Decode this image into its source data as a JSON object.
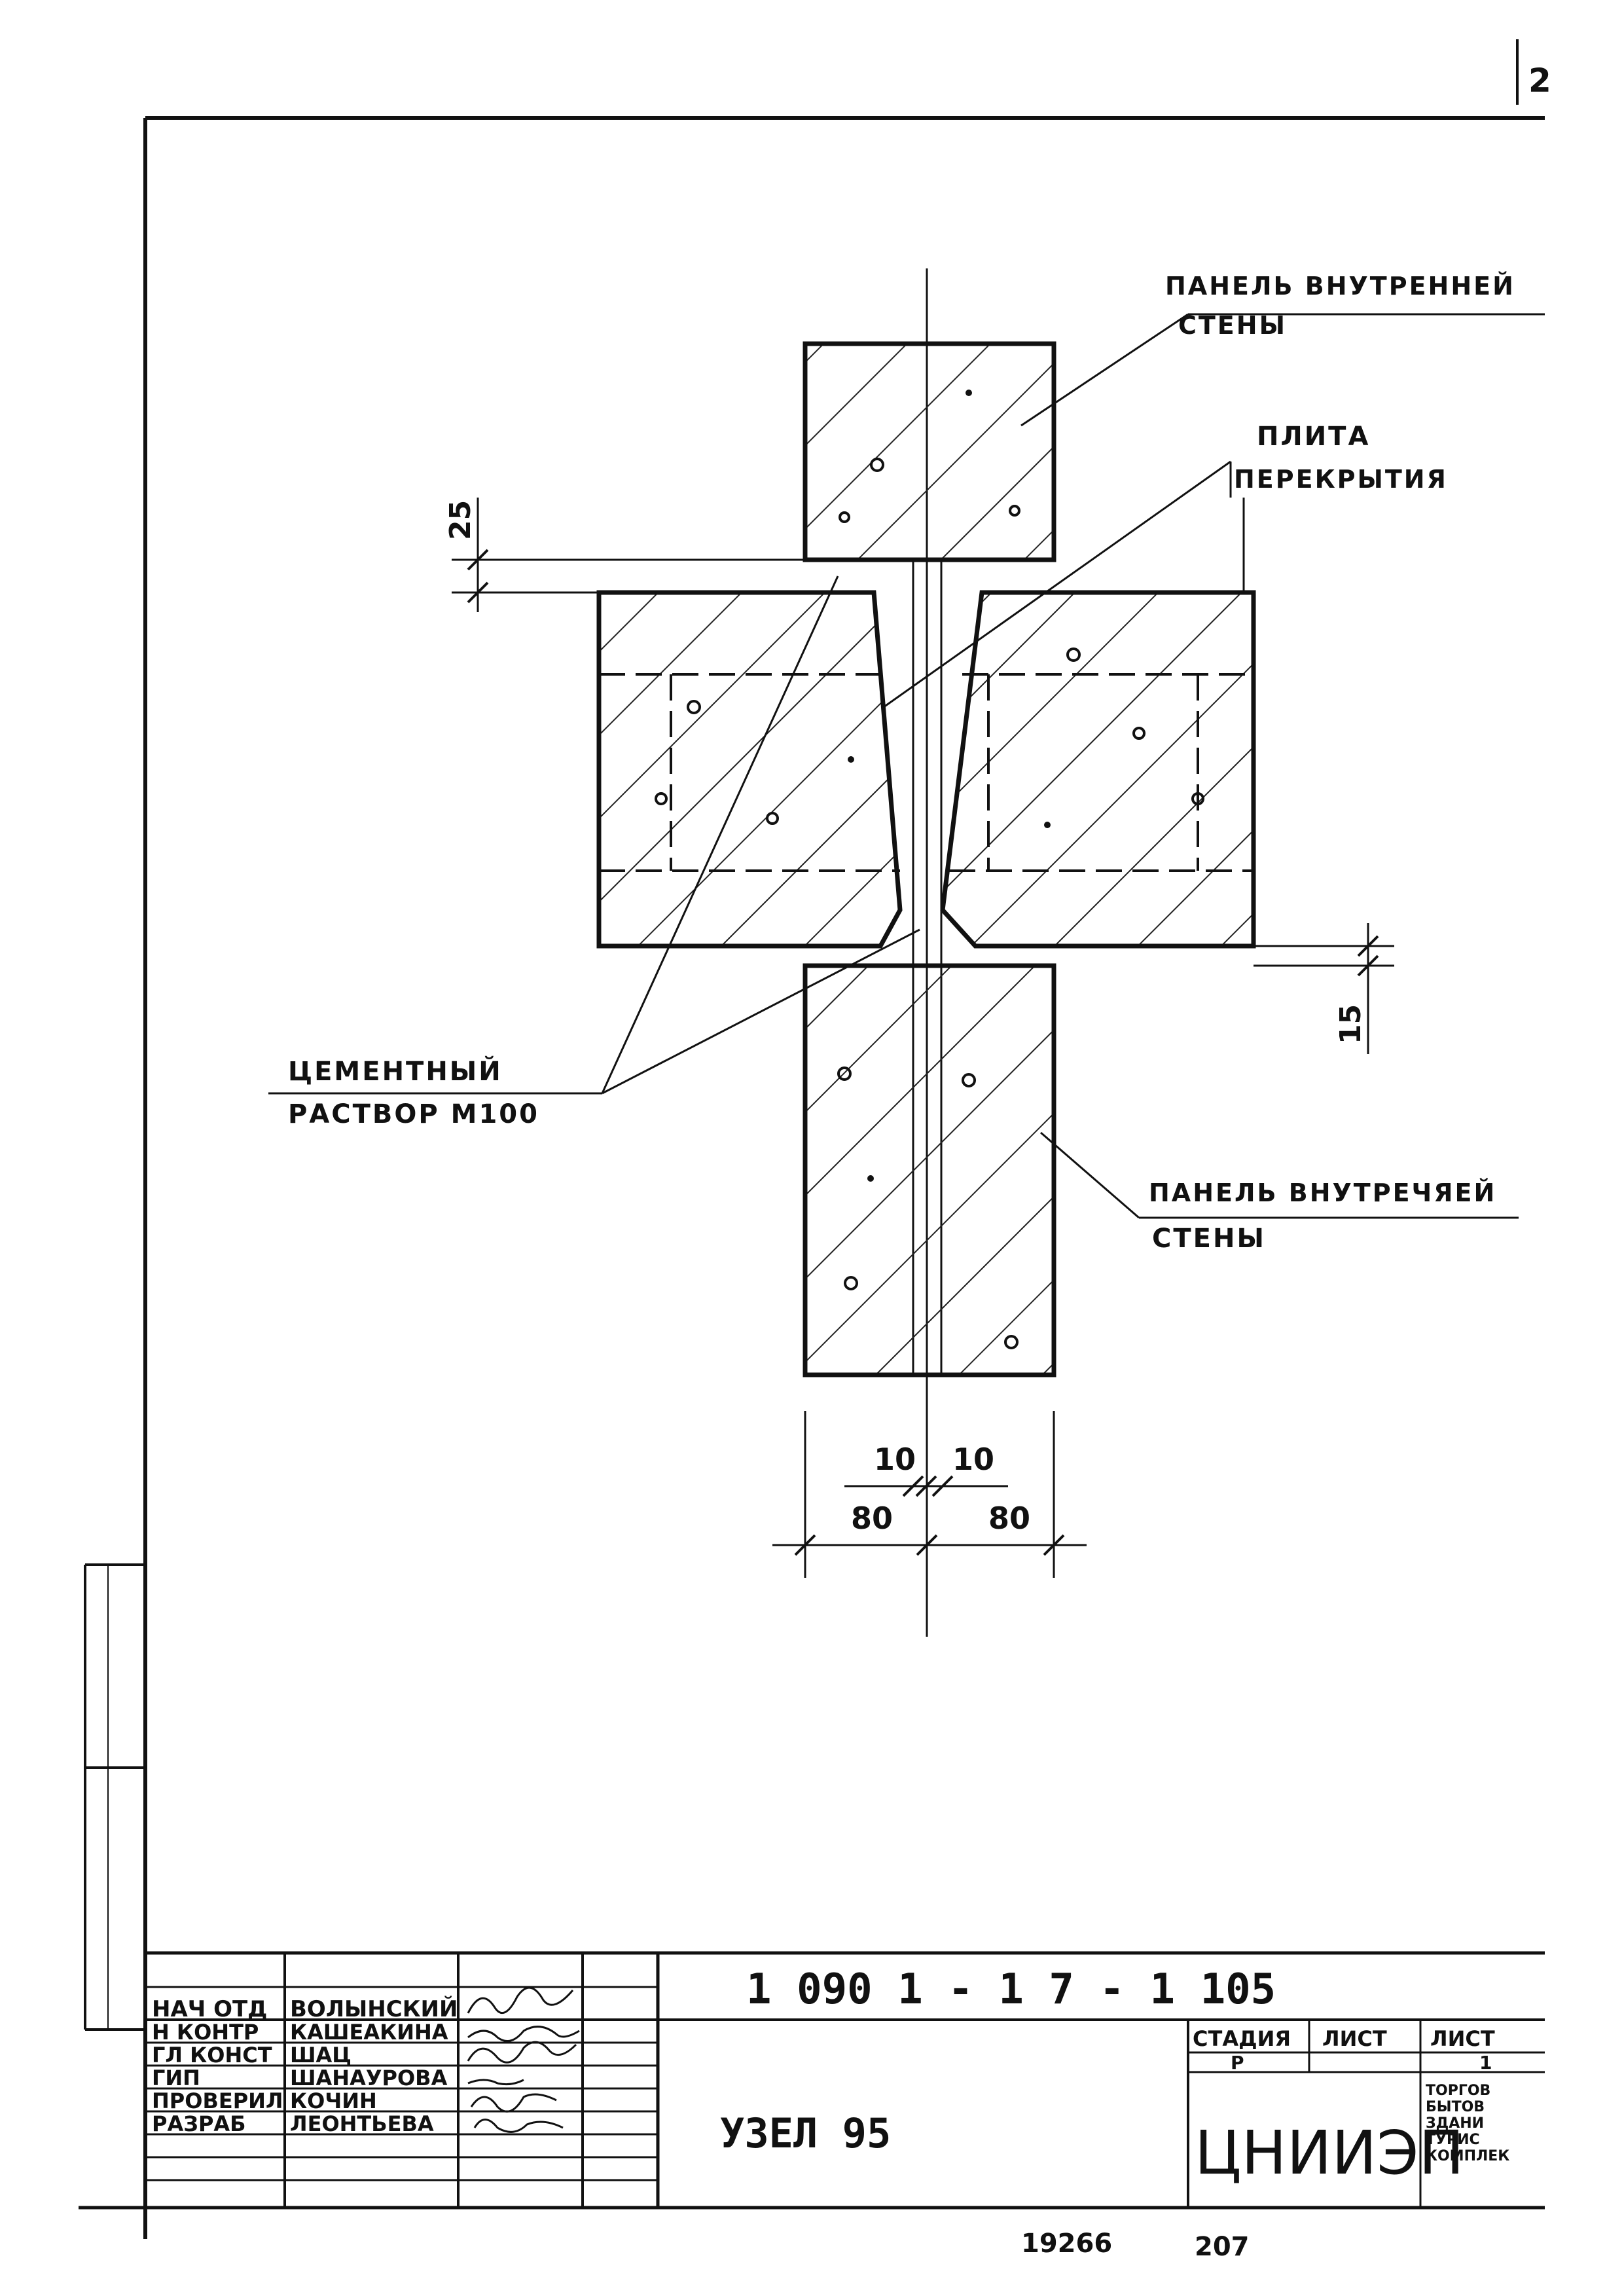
{
  "page": {
    "sheet_number_corner": "2"
  },
  "labels": {
    "panel_top_line1": "ПАНЕЛЬ ВНУТРЕННЕЙ",
    "panel_top_line2": "СТЕНЫ",
    "slab_line1": "ПЛИТА",
    "slab_line2": "ПЕРЕКРЫТИЯ",
    "mortar_line1": "ЦЕМЕНТНЫЙ",
    "mortar_line2": "РАСТВОР М100",
    "panel_bottom_line1": "ПАНЕЛЬ ВНУТРЕЧЯЕЙ",
    "panel_bottom_line2": "СТЕНЫ"
  },
  "dimensions": {
    "gap_top": "25",
    "gap_bottom": "15",
    "joint_left": "10",
    "joint_right": "10",
    "half_left": "80",
    "half_right": "80"
  },
  "title_block": {
    "doc_code": "1 090 1 - 1 7 - 1   105",
    "title": "УЗЕЛ  95",
    "org": "ЦНИИЭП",
    "org_note": [
      "ТОРГОВ",
      "БЫТОВ",
      "ЗДАНИ",
      "ТУРИС",
      "КОМПЛЕК"
    ],
    "stage_header": "СТАДИЯ",
    "sheet_header": "ЛИСТ",
    "sheets_header": "ЛИСТ",
    "stage_value": "Р",
    "sheets_value": "1",
    "roles": [
      {
        "role": "НАЧ ОТД",
        "name": "ВОЛЫНСКИЙ"
      },
      {
        "role": "Н КОНТР",
        "name": "КАШЕАКИНА"
      },
      {
        "role": "ГЛ КОНСТ",
        "name": "ШАЦ"
      },
      {
        "role": "ГИП",
        "name": "ШАНАУРОВА"
      },
      {
        "role": "ПРОВЕРИЛ",
        "name": "КОЧИН"
      },
      {
        "role": "РАЗРАБ",
        "name": "ЛЕОНТЬЕВА"
      }
    ]
  },
  "footer": {
    "inventory_number": "19266",
    "page_number": "207"
  }
}
